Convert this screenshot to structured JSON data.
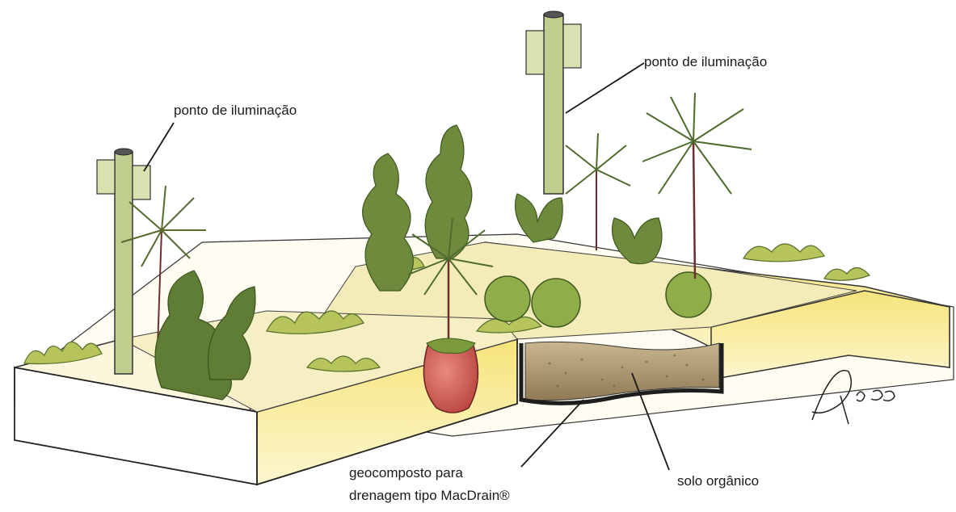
{
  "labels": {
    "lighting_left": "ponto de iluminação",
    "lighting_right": "ponto de iluminação",
    "drainage_line1": "geocomposto para",
    "drainage_line2": "drenagem tipo MacDrain®",
    "soil": "solo orgânico",
    "signature": "Ricce"
  },
  "colors": {
    "planter_front": "#fbf3c0",
    "planter_inner": "#f3e47a",
    "foliage_dark": "#4f6b2e",
    "foliage_light": "#a9bf55",
    "pole": "#b8c98a",
    "pot": "#d45a52",
    "soil": "#b4a07c",
    "drain": "#2b2b2b",
    "ink": "#1a1a1a"
  }
}
